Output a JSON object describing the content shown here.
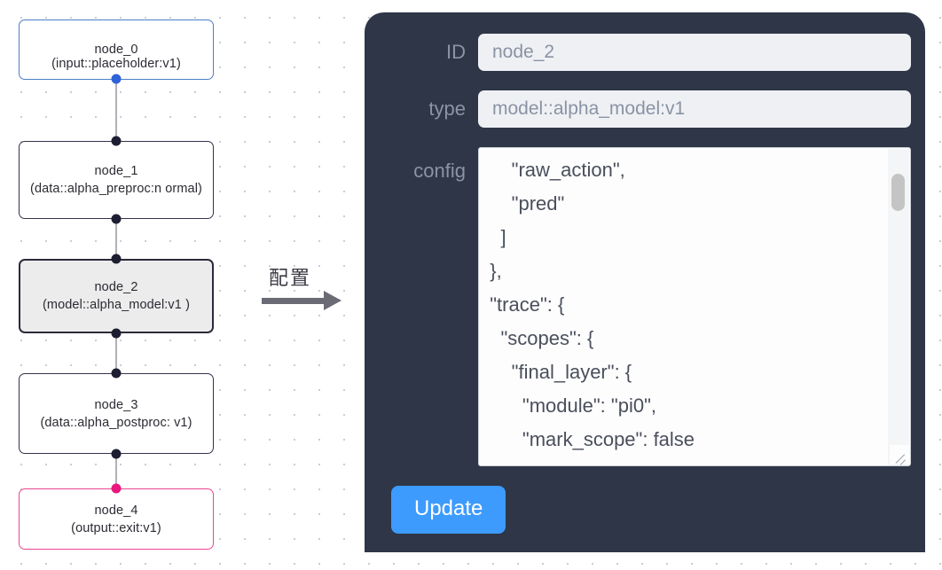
{
  "canvas": {
    "flow_label": "配置",
    "nodes": [
      {
        "id": "node_0",
        "title": "node_0",
        "subtitle": "(input::placeholder:v1)",
        "state": "normal",
        "accent": "#4a7ec4"
      },
      {
        "id": "node_1",
        "title": "node_1",
        "subtitle": "(data::alpha_preproc:n\normal)",
        "state": "normal",
        "accent": "#33334d"
      },
      {
        "id": "node_2",
        "title": "node_2",
        "subtitle": "(model::alpha_model:v1\n)",
        "state": "selected",
        "accent": "#2b2b3a"
      },
      {
        "id": "node_3",
        "title": "node_3",
        "subtitle": "(data::alpha_postproc:\nv1)",
        "state": "normal",
        "accent": "#33334d"
      },
      {
        "id": "node_4",
        "title": "node_4",
        "subtitle": "(output::exit:v1)",
        "state": "normal",
        "accent": "#e9478f"
      }
    ]
  },
  "panel": {
    "fields": {
      "id_label": "ID",
      "id_value": "node_2",
      "type_label": "type",
      "type_value": "model::alpha_model:v1",
      "config_label": "config",
      "config_value": "      \"raw_action\",\n      \"pred\"\n    ]\n  },\n  \"trace\": {\n    \"scopes\": {\n      \"final_layer\": {\n        \"module\": \"pi0\",\n        \"mark_scope\": false\n      },\n      \"action_model\": {"
    },
    "update_label": "Update",
    "accent_color": "#3d9bfe",
    "panel_color": "#2e3647"
  }
}
